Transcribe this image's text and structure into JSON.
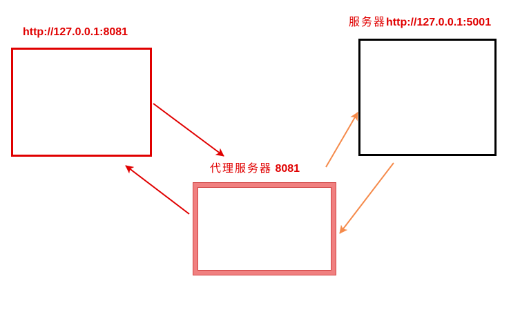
{
  "nodes": {
    "client": {
      "label": "http://127.0.0.1:8081"
    },
    "server": {
      "label_cjk": "服务器",
      "label_url": "http://127.0.0.1:5001"
    },
    "proxy": {
      "label_cjk": "代理服务器",
      "label_port": "8081"
    }
  },
  "colors": {
    "client": "#e00000",
    "server": "#000000",
    "proxy_fill": "#f08080",
    "arrow_red": "#e00000",
    "arrow_orange": "#f58a4a"
  },
  "edges": [
    {
      "from": "client",
      "to": "proxy",
      "color": "arrow_red"
    },
    {
      "from": "proxy",
      "to": "client",
      "color": "arrow_red"
    },
    {
      "from": "proxy",
      "to": "server",
      "color": "arrow_orange"
    },
    {
      "from": "server",
      "to": "proxy",
      "color": "arrow_orange"
    }
  ]
}
